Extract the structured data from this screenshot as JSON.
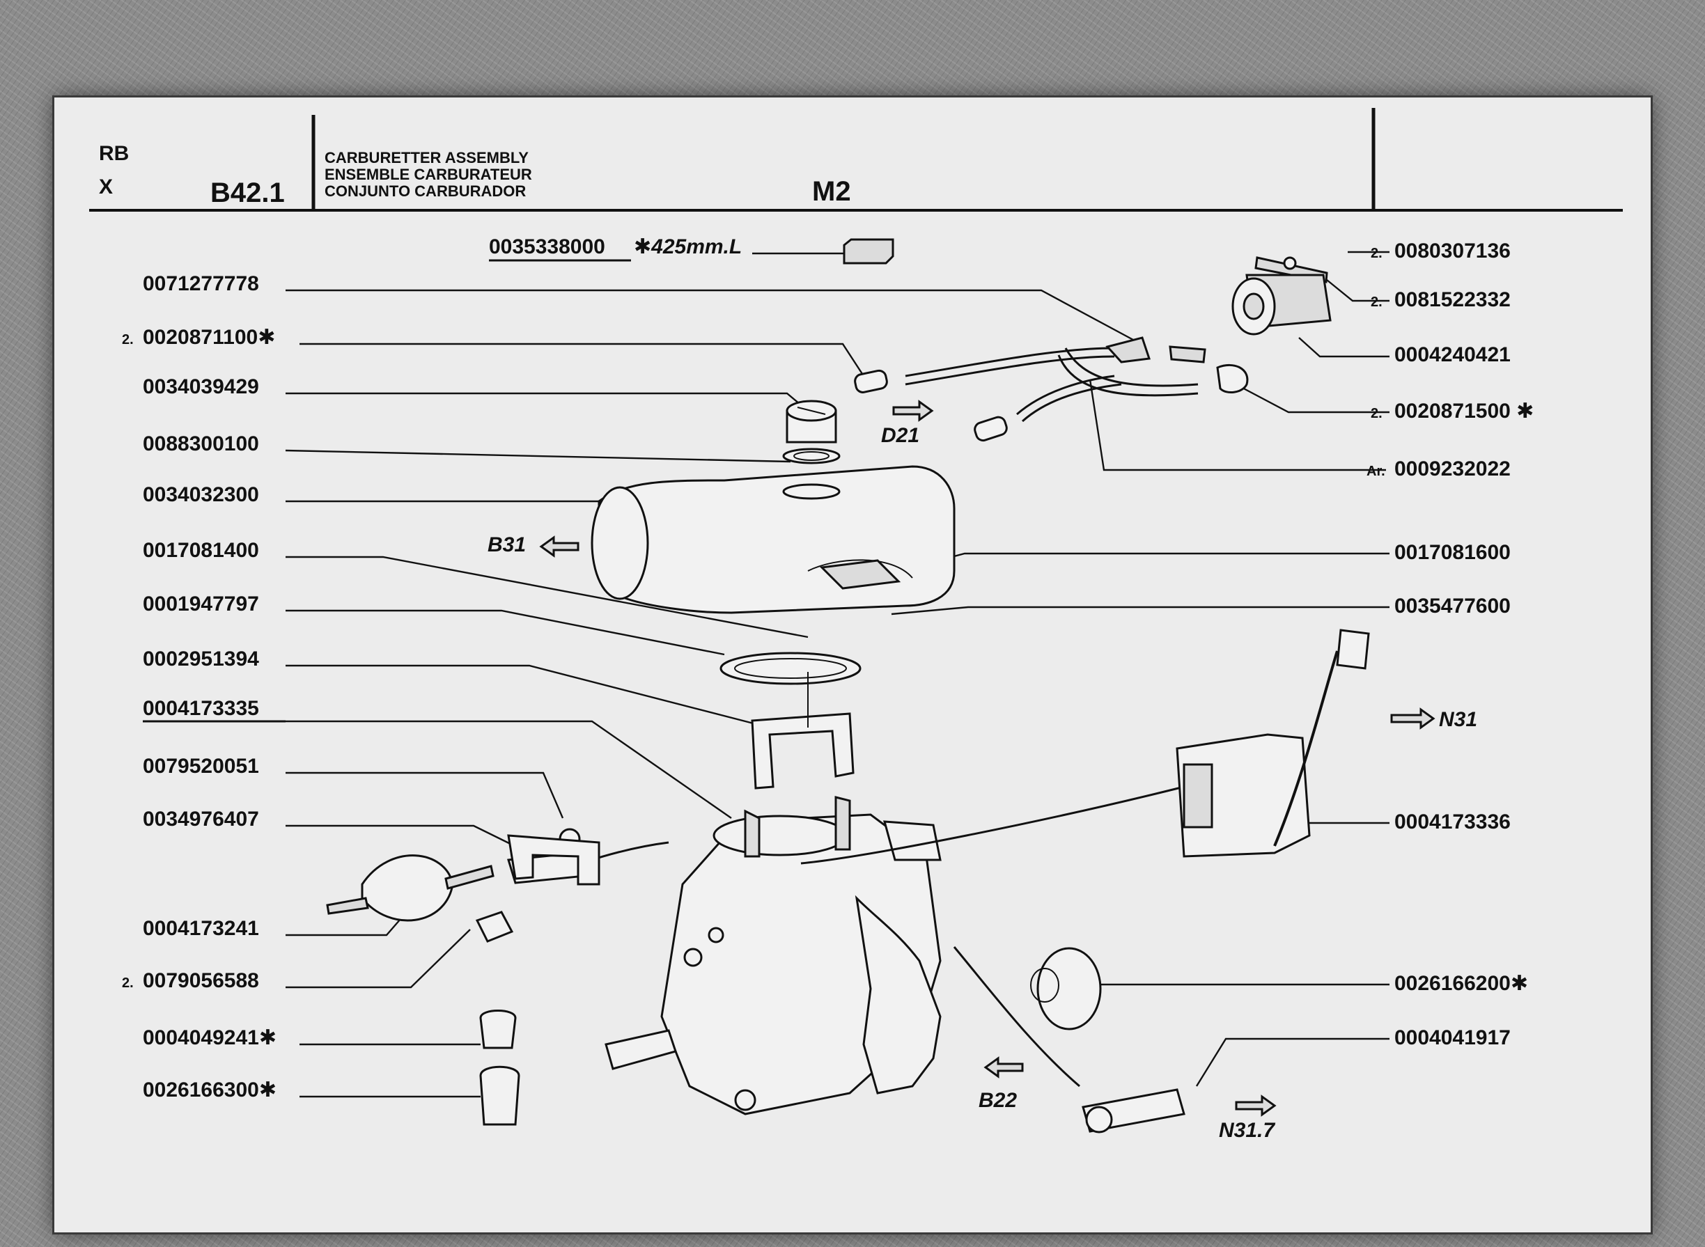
{
  "header": {
    "code_top": "RB",
    "code_bottom": "X",
    "plate": "B42.1",
    "title_lines": [
      "CARBURETTER ASSEMBLY",
      "ENSEMBLE CARBURATEUR",
      "CONJUNTO CARBURADOR"
    ],
    "model": "M2"
  },
  "top_item": {
    "part": "0035338000",
    "note": "✱425mm.L"
  },
  "left_parts": [
    {
      "prefix": "",
      "part": "0071277778"
    },
    {
      "prefix": "2.",
      "part": "0020871100✱"
    },
    {
      "prefix": "",
      "part": "0034039429"
    },
    {
      "prefix": "",
      "part": "0088300100"
    },
    {
      "prefix": "",
      "part": "0034032300"
    },
    {
      "prefix": "",
      "part": "0017081400"
    },
    {
      "prefix": "",
      "part": "0001947797"
    },
    {
      "prefix": "",
      "part": "0002951394"
    },
    {
      "prefix": "",
      "part": "0004173335"
    },
    {
      "prefix": "",
      "part": "0079520051"
    },
    {
      "prefix": "",
      "part": "0034976407"
    },
    {
      "prefix": "",
      "part": "0004173241"
    },
    {
      "prefix": "2.",
      "part": "0079056588"
    },
    {
      "prefix": "",
      "part": "0004049241✱"
    },
    {
      "prefix": "",
      "part": "0026166300✱"
    }
  ],
  "right_parts": [
    {
      "prefix": "2.",
      "part": "0080307136"
    },
    {
      "prefix": "2.",
      "part": "0081522332"
    },
    {
      "prefix": "",
      "part": "0004240421"
    },
    {
      "prefix": "2.",
      "part": "0020871500 ✱"
    },
    {
      "prefix": "Ar.",
      "part": "0009232022"
    },
    {
      "prefix": "",
      "part": "0017081600"
    },
    {
      "prefix": "",
      "part": "0035477600"
    },
    {
      "prefix": "",
      "part": "0004173336"
    },
    {
      "prefix": "",
      "part": "0026166200✱"
    },
    {
      "prefix": "",
      "part": "0004041917"
    }
  ],
  "references": [
    "D21",
    "B31",
    "N31",
    "B22",
    "N31.7"
  ]
}
